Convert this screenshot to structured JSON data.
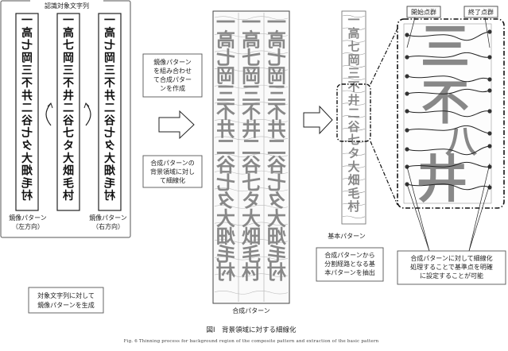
{
  "panel1": {
    "title": "認識対象文字列",
    "mirror_left": [
      "鏡像パターン",
      "（左方向）"
    ],
    "mirror_right": [
      "鏡像パターン",
      "（右方向）"
    ],
    "note": [
      "対象文字列に対して",
      "鏡像パターンを生成"
    ]
  },
  "strip": {
    "glyphs": [
      "一",
      "高",
      "七",
      "岡",
      "三",
      "不",
      "井",
      "二",
      "谷",
      "七",
      "タ",
      "大",
      "畑",
      "毛",
      "村"
    ]
  },
  "step1": [
    "鏡像パターン",
    "を組み合わせ",
    "て合成パター",
    "ンを作成"
  ],
  "step2": [
    "合成パターンの",
    "背景領域に対し",
    "て細線化"
  ],
  "composite_label": "合成パターン",
  "base_label": "基本パターン",
  "step3": [
    "合成パターンから",
    "分割経路となる基",
    "本パターンを抽出"
  ],
  "start_group": "開始点群",
  "end_group": "終了点群",
  "zoom_glyphs": [
    "三",
    "不",
    "八",
    "井"
  ],
  "step4": [
    "合成パターンに対して細線化",
    "処理することで基準点を明確",
    "に設定することが可能"
  ],
  "figure_caption": "図Ⅰ　背景領域に対する細線化",
  "figure_caption_en": "Fig. 6  Thinning process for background region of the composite pattern and extraction of the basic pattern"
}
